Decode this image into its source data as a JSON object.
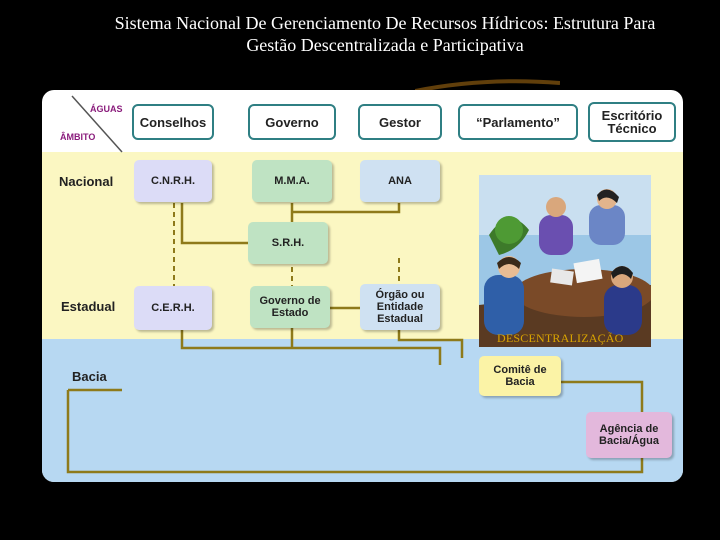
{
  "title": {
    "line1": "Sistema Nacional De Gerenciamento De Recursos Hídricos: Estrutura Para",
    "line2": "Gestão Descentralizada e Participativa"
  },
  "corner": {
    "top": "ÁGUAS",
    "bottom": "ÂMBITO"
  },
  "headers": [
    "Conselhos",
    "Governo",
    "Gestor",
    "“Parlamento”",
    "Escritório Técnico"
  ],
  "rows": [
    "Nacional",
    "Estadual",
    "Bacia"
  ],
  "boxes": {
    "cnrh": "C.N.R.H.",
    "mma": "M.M.A.",
    "ana": "ANA",
    "srh": "S.R.H.",
    "cerh": "C.E.R.H.",
    "governo_estado": "Governo de Estado",
    "orgao_estadual": "Órgão ou Entidade Estadual",
    "comite_bacia": "Comitê de Bacia",
    "agencia_bacia": "Agência de Bacia/Água"
  },
  "caption": "DESCENTRALIZAÇÃO",
  "colors": {
    "yellow_band": "#fbf7c2",
    "blue_band": "#b7d8f2",
    "connector": "#8e7a1a",
    "header_border": "#2f7f83"
  }
}
